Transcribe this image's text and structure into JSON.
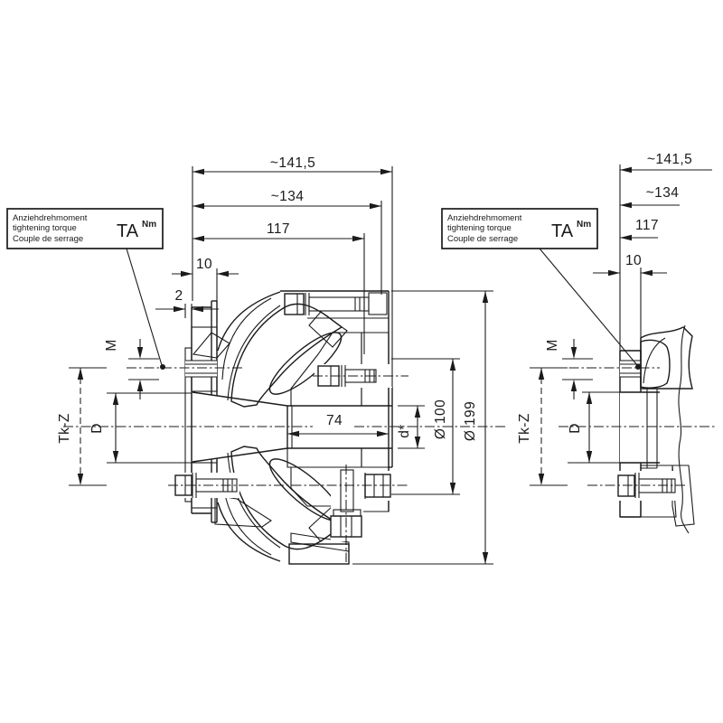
{
  "annotation_box": {
    "line1": "Anziehdrehmoment",
    "line2": "tightening torque",
    "line3": "Couple de serrage",
    "symbol": "TA",
    "unit": "Nm"
  },
  "main_view": {
    "dims": {
      "overall": "~141,5",
      "to_hub_face": "~134",
      "to_ring_face": "117",
      "flange_width": "10",
      "rim": "2",
      "hub_bore_length": "74",
      "thread_size": "M",
      "bolt_circle": "Tk-Z",
      "flange_bore": "D",
      "max_bore": "d*",
      "clamp_dia": "Ø 100",
      "outer_dia": "Ø 199"
    }
  },
  "side_view": {
    "dims": {
      "overall": "~141,5",
      "to_hub_face": "~134",
      "to_ring_face": "117",
      "flange_width": "10",
      "thread_size": "M",
      "bolt_circle": "Tk-Z",
      "flange_bore": "D"
    }
  },
  "colors": {
    "ink": "#1b1b1b",
    "paper": "#ffffff"
  }
}
